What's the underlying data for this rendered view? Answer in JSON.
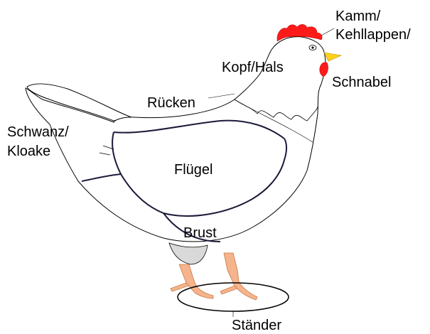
{
  "labels": {
    "kamm": "Kamm/",
    "kehllappen": "Kehllappen/",
    "schnabel": "Schnabel",
    "kopf_hals": "Kopf/Hals",
    "ruecken": "Rücken",
    "schwanz": "Schwanz/",
    "kloake": "Kloake",
    "fluegel": "Flügel",
    "brust": "Brust",
    "staender": "Ständer"
  },
  "colors": {
    "comb": "#ff1a1a",
    "beak": "#ffd11a",
    "legs": "#f5b48c",
    "thigh": "#d9d9d9",
    "outline": "#000000",
    "body": "#ffffff"
  }
}
